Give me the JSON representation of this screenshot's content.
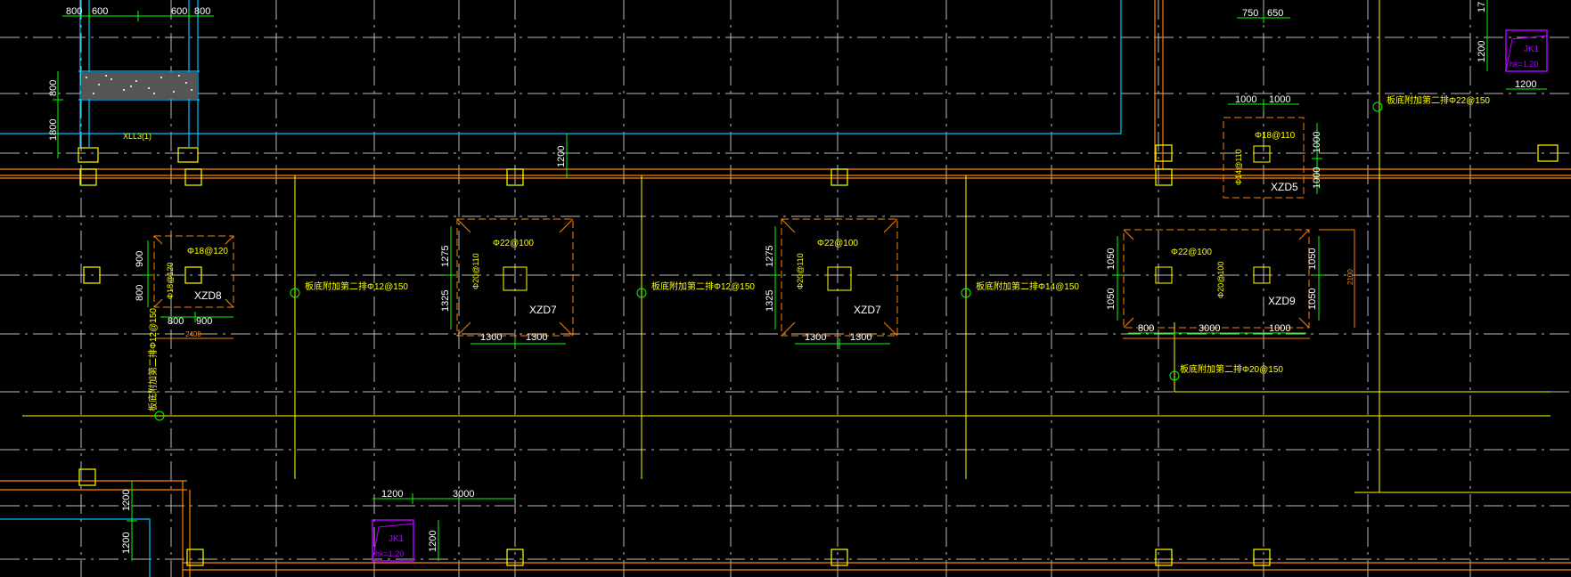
{
  "colors": {
    "background": "#000000",
    "grid": "#c8c8c8",
    "beam": "#ff8000",
    "column": "#ffff00",
    "dimension": "#00ff00",
    "wall": "#00c0ff",
    "opening": "#b000ff",
    "footing_outline": "#ff8000",
    "rebar_text": "#ffff00"
  },
  "footings": {
    "xzd8": {
      "name": "XZD8",
      "rebar_top": "Φ18@120",
      "rebar_side": "Φ18@120",
      "dims_left": [
        "900",
        "800"
      ],
      "dims_bottom": [
        "800",
        "900"
      ],
      "dim_total": "2400"
    },
    "xzd7a": {
      "name": "XZD7",
      "rebar_top": "Φ22@100",
      "rebar_side": "Φ20@110",
      "dims_left": [
        "1275",
        "1325"
      ],
      "dims_bottom": [
        "1300",
        "1300"
      ]
    },
    "xzd7b": {
      "name": "XZD7",
      "rebar_top": "Φ22@100",
      "rebar_side": "Φ20@110",
      "dims_left": [
        "1275",
        "1325"
      ],
      "dims_bottom": [
        "1300",
        "1300"
      ]
    },
    "xzd5": {
      "name": "XZD5",
      "rebar_top": "Φ18@110",
      "rebar_side": "Φ14@110",
      "dims_top": [
        "1000",
        "1000"
      ],
      "dims_right": [
        "1000",
        "1000"
      ]
    },
    "xzd9": {
      "name": "XZD9",
      "rebar_top": "Φ22@100",
      "rebar_side": "Φ20@100",
      "dims_left": [
        "1050",
        "1050"
      ],
      "dims_right": [
        "1050",
        "1050"
      ],
      "dims_bottom": [
        "800",
        "3000",
        "1000"
      ],
      "dim_total": "2100"
    }
  },
  "slab_notes": {
    "n1": "板底附加第二排Φ12@150",
    "n2": "板底附加第二排Φ12@150",
    "n3": "板底附加第二排Φ14@150",
    "n4": "板底附加第二排Φ22@150",
    "n5": "板底附加第二排Φ20@150",
    "n6": "板底附加第二排Φ12@150"
  },
  "openings": {
    "jk1_bottom": {
      "name": "JK1",
      "elev": "hk=1.20"
    },
    "jk1_top": {
      "name": "JK1",
      "elev": "hk=1.20"
    }
  },
  "top_left": {
    "dims": [
      "800",
      "600",
      "600",
      "800"
    ],
    "side_dims": [
      "800",
      "1800"
    ],
    "beam_label": "XLL3(1)",
    "beam_dim": "1200"
  },
  "top_right": {
    "dims": [
      "750",
      "650"
    ],
    "dim_1200a": "1200",
    "dim_1200b": "1200",
    "dim_17": "17"
  },
  "bottom_left": {
    "dims_v": [
      "1200",
      "1200"
    ],
    "dims_h": [
      "1200",
      "3000"
    ],
    "dim_v2": "1200"
  }
}
